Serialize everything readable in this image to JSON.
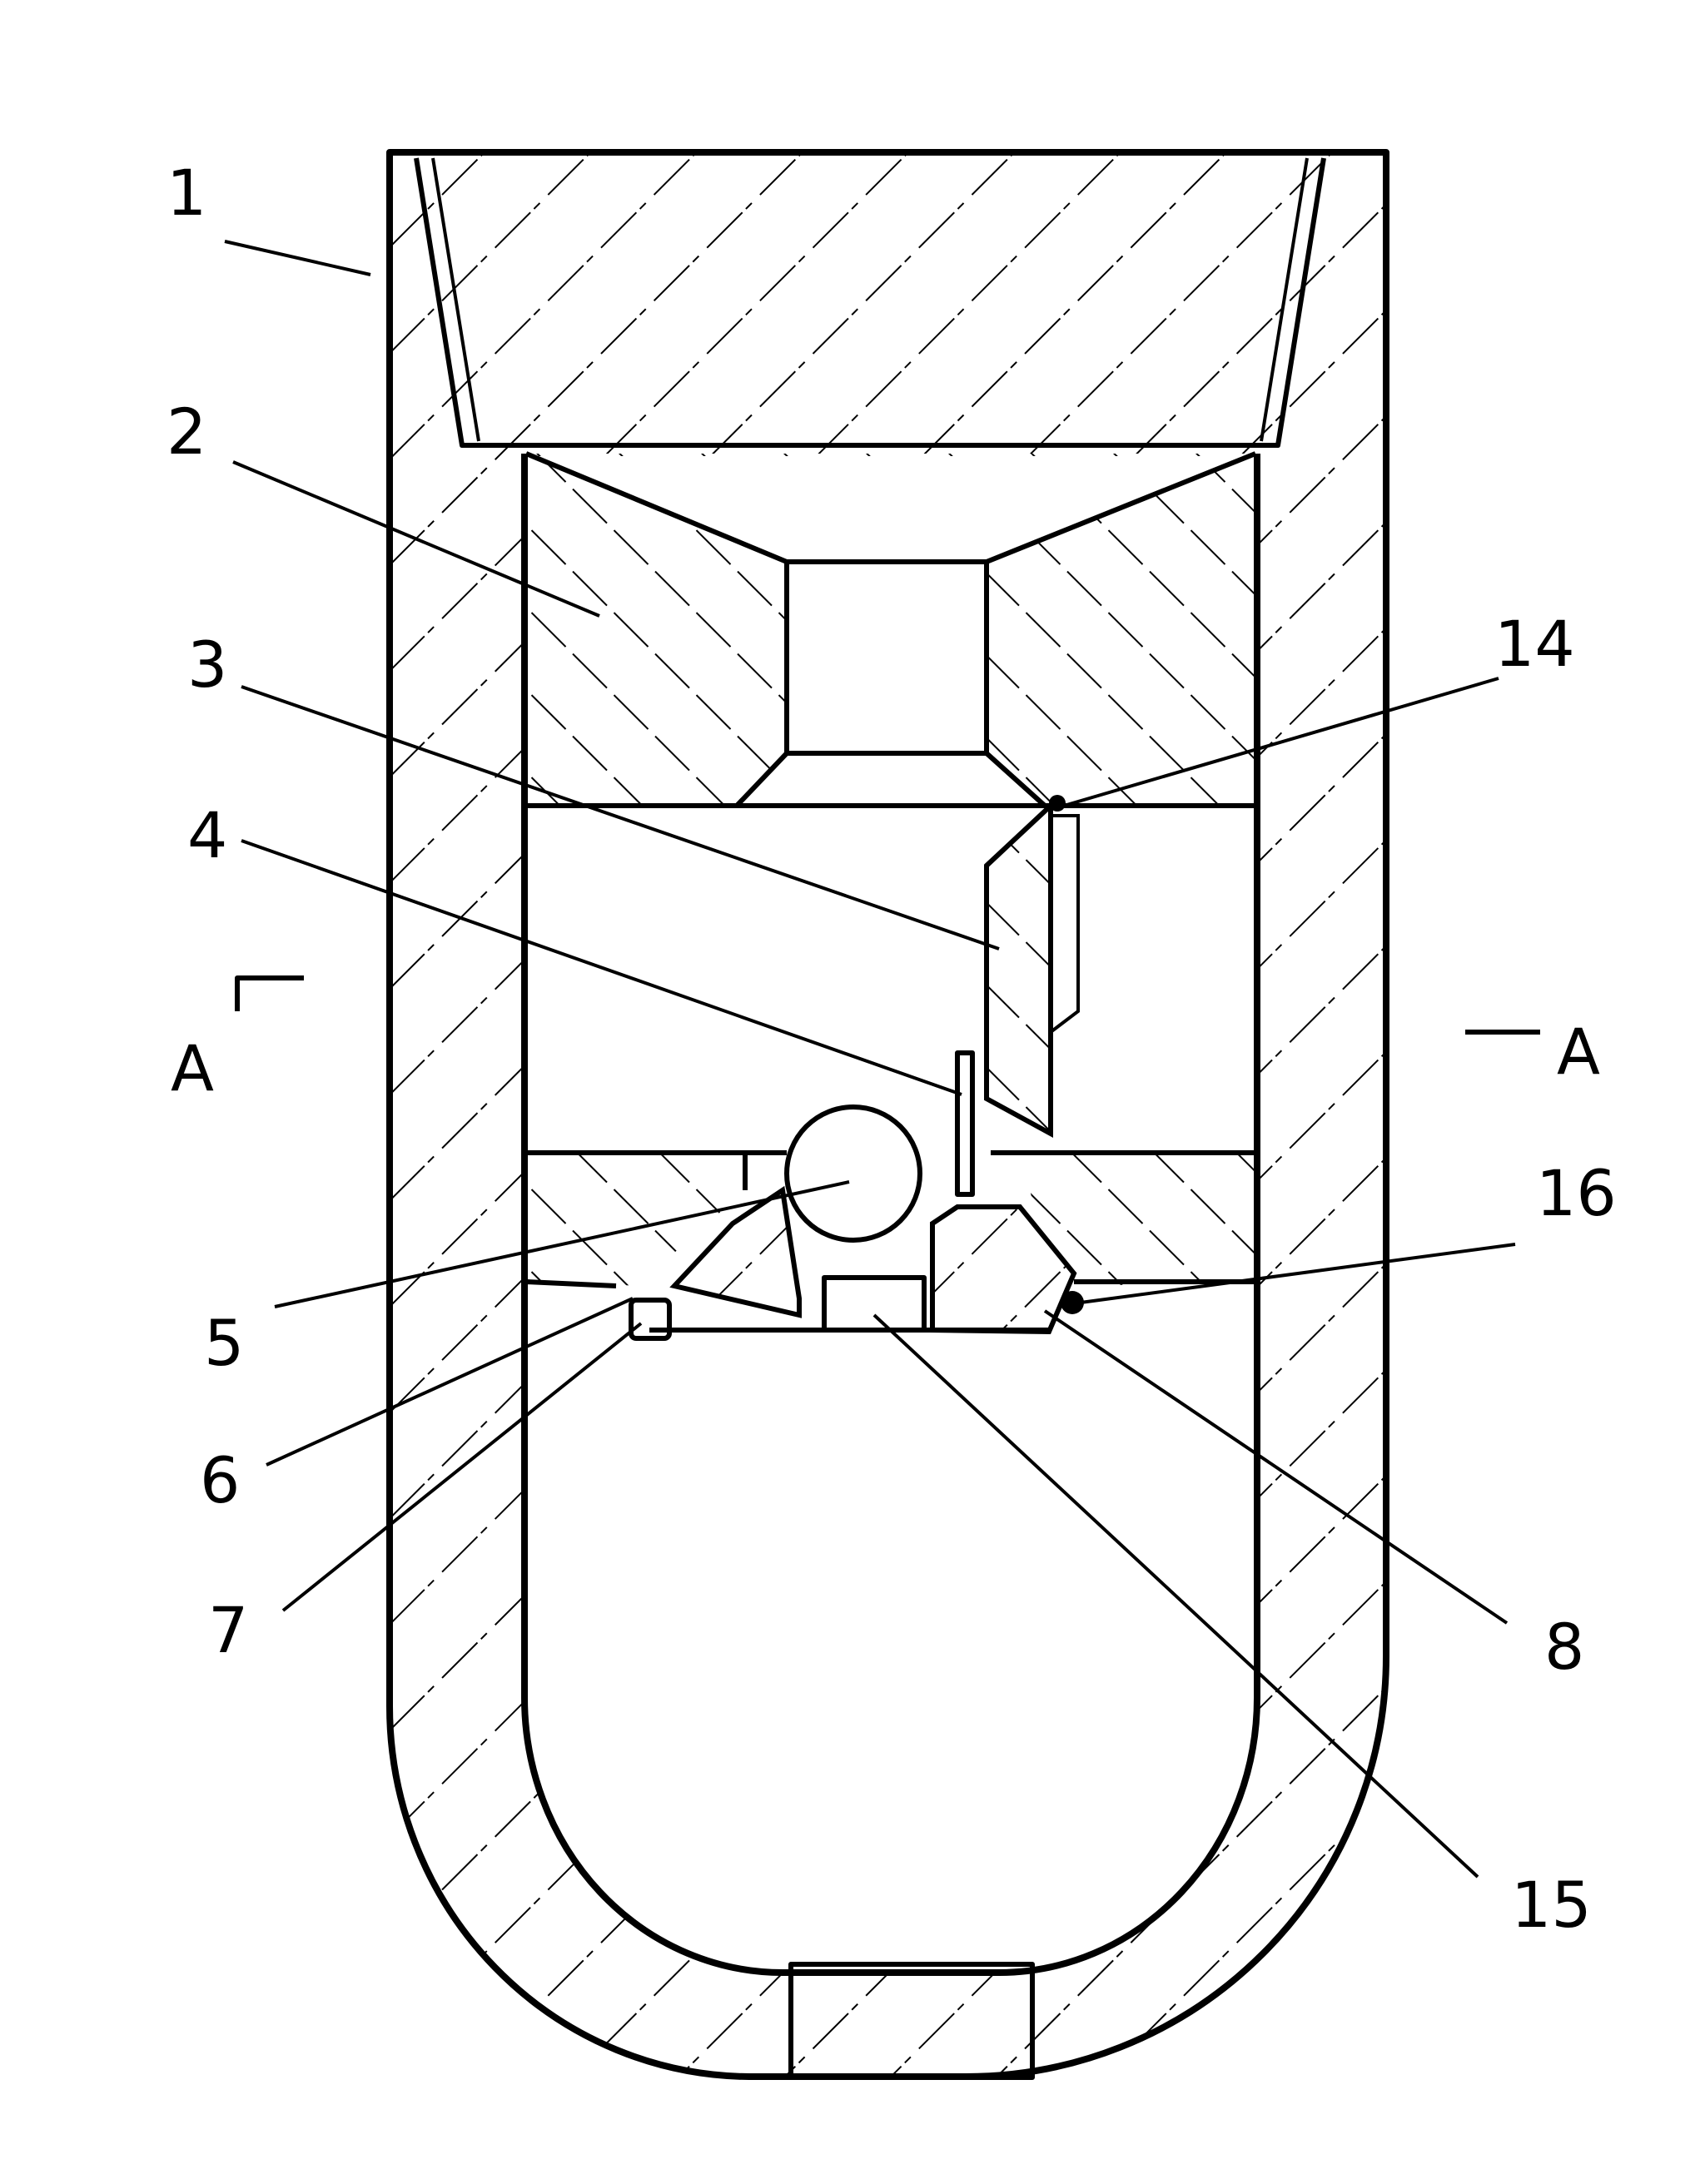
{
  "labels": {
    "l1": "1",
    "l2": "2",
    "l3": "3",
    "l4": "4",
    "l5": "5",
    "l6": "6",
    "l7": "7",
    "l8": "8",
    "l14": "14",
    "l15": "15",
    "l16": "16",
    "section_left": "A",
    "section_right": "A"
  }
}
